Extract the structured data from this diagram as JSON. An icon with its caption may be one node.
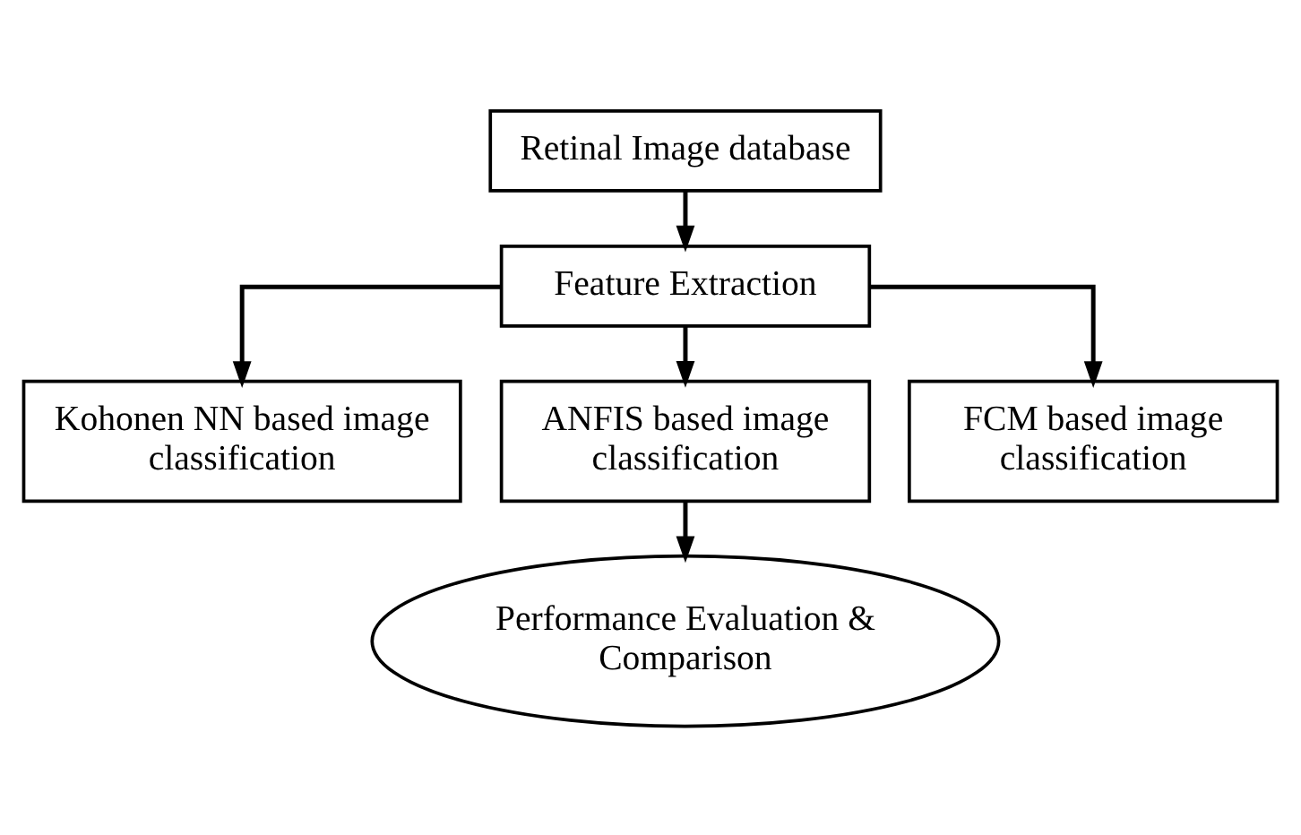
{
  "diagram": {
    "nodes": [
      {
        "text": [
          "Retinal Image database"
        ]
      },
      {
        "text": [
          "Feature Extraction"
        ]
      },
      {
        "text": [
          "Kohonen NN based image classification"
        ]
      },
      {
        "text": [
          "ANFIS based image classification"
        ]
      },
      {
        "text": [
          "FCM based image classification"
        ]
      },
      {
        "text": [
          "Performance Evaluation & Comparison"
        ]
      }
    ],
    "edges": [
      {
        "from": 0,
        "to": 1,
        "arrow": "to"
      },
      {
        "from": 1,
        "to": 2,
        "arrow": "to"
      },
      {
        "from": 1,
        "to": 3,
        "arrow": "to"
      },
      {
        "from": 1,
        "to": 4,
        "arrow": "to"
      },
      {
        "from": 3,
        "to": 5,
        "arrow": "to"
      }
    ]
  }
}
